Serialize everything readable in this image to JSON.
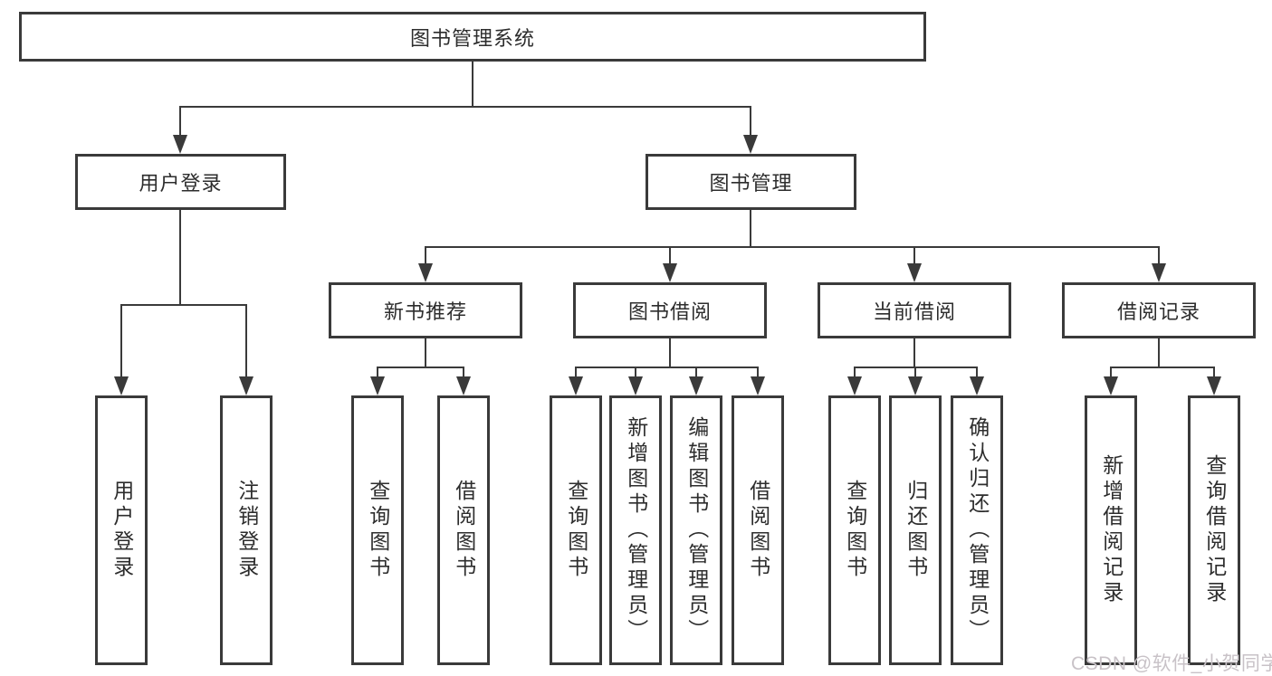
{
  "colors": {
    "background": "#ffffff",
    "line": "#3a3a3a",
    "box_border": "#3a3a3a",
    "text": "#2d2d2d",
    "watermark_text": "#c8c2c7"
  },
  "root": {
    "label": "图书管理系统"
  },
  "modules": [
    {
      "label": "用户登录",
      "children": [
        {
          "label": "用户登录"
        },
        {
          "label": "注销登录"
        }
      ]
    },
    {
      "label": "图书管理",
      "submodules": [
        {
          "label": "新书推荐",
          "children": [
            {
              "label": "查询图书"
            },
            {
              "label": "借阅图书"
            }
          ]
        },
        {
          "label": "图书借阅",
          "children": [
            {
              "label": "查询图书"
            },
            {
              "label": "新增图书（管理员）"
            },
            {
              "label": "编辑图书（管理员）"
            },
            {
              "label": "借阅图书"
            }
          ]
        },
        {
          "label": "当前借阅",
          "children": [
            {
              "label": "查询图书"
            },
            {
              "label": "归还图书"
            },
            {
              "label": "确认归还（管理员）"
            }
          ]
        },
        {
          "label": "借阅记录",
          "children": [
            {
              "label": "新增借阅记录"
            },
            {
              "label": "查询借阅记录"
            }
          ]
        }
      ]
    }
  ],
  "watermark": "CSDN @软件_小贺同学"
}
